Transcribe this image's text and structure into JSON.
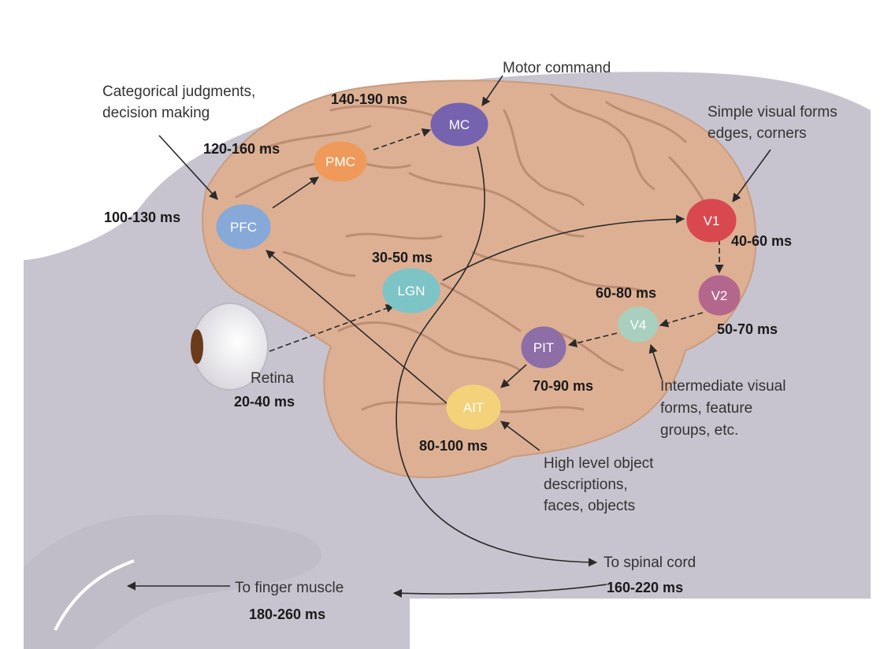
{
  "nodes": [
    {
      "id": "pfc",
      "label": "PFC",
      "latency": "100-130 ms",
      "color": "#86a9d8"
    },
    {
      "id": "pmc",
      "label": "PMC",
      "latency": "120-160 ms",
      "color": "#ef9a5a"
    },
    {
      "id": "mc",
      "label": "MC",
      "latency": "140-190 ms",
      "color": "#7563b0"
    },
    {
      "id": "lgn",
      "label": "LGN",
      "latency": "30-50 ms",
      "color": "#7cc4c6"
    },
    {
      "id": "v1",
      "label": "V1",
      "latency": "40-60 ms",
      "color": "#d9484f"
    },
    {
      "id": "v2",
      "label": "V2",
      "latency": "50-70 ms",
      "color": "#b4678c"
    },
    {
      "id": "v4",
      "label": "V4",
      "latency": "60-80 ms",
      "color": "#a9cfbf"
    },
    {
      "id": "pit",
      "label": "PIT",
      "latency": "70-90 ms",
      "color": "#8e6ea6"
    },
    {
      "id": "ait",
      "label": "AIT",
      "latency": "80-100 ms",
      "color": "#f4d27a"
    }
  ],
  "retina": {
    "label": "Retina",
    "latency": "20-40 ms"
  },
  "annotations": {
    "motor_command": "Motor command",
    "categorical": [
      "Categorical judgments,",
      "decision making"
    ],
    "simple_visual": [
      "Simple visual forms",
      "edges, corners"
    ],
    "intermediate_visual": [
      "Intermediate visual",
      "forms, feature",
      "groups, etc."
    ],
    "high_level": [
      "High level object",
      "descriptions,",
      "faces, objects"
    ]
  },
  "outputs": {
    "spinal_cord": {
      "label": "To spinal cord",
      "latency": "160-220 ms"
    },
    "finger_muscle": {
      "label": "To finger muscle",
      "latency": "180-260 ms"
    }
  },
  "colors": {
    "brain": "#ddb094",
    "brain_fold": "#b07f66",
    "head": "#c8c4cf",
    "background": "#ffffff"
  }
}
